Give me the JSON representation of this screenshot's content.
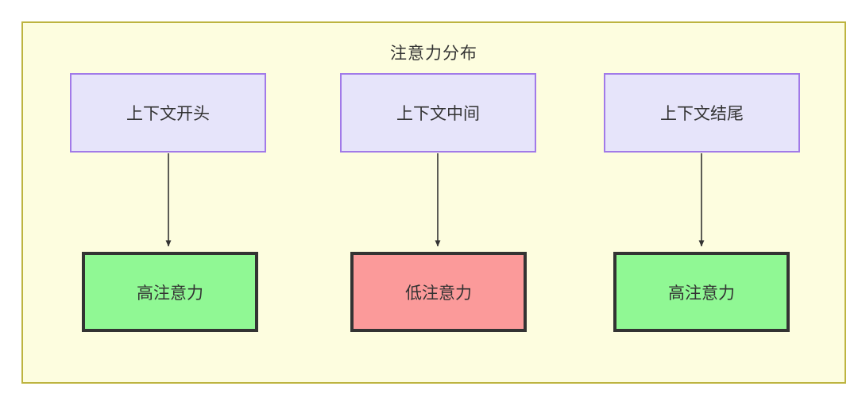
{
  "diagram": {
    "title": "注意力分布",
    "background_color": "#fdfddf",
    "border_color": "#bdb440",
    "canvas_color": "#ffffff",
    "context_node_fill": "#e6e4fa",
    "context_node_border": "#a17ae8",
    "high_attention_fill": "#90f894",
    "low_attention_fill": "#fb9a9a",
    "attention_node_border": "#333333",
    "arrow_color": "#333333",
    "text_color": "#333333"
  },
  "columns": [
    {
      "context": {
        "label": "上下文开头"
      },
      "attention": {
        "label": "高注意力",
        "level": "high"
      }
    },
    {
      "context": {
        "label": "上下文中间"
      },
      "attention": {
        "label": "低注意力",
        "level": "low"
      }
    },
    {
      "context": {
        "label": "上下文结尾"
      },
      "attention": {
        "label": "高注意力",
        "level": "high"
      }
    }
  ]
}
